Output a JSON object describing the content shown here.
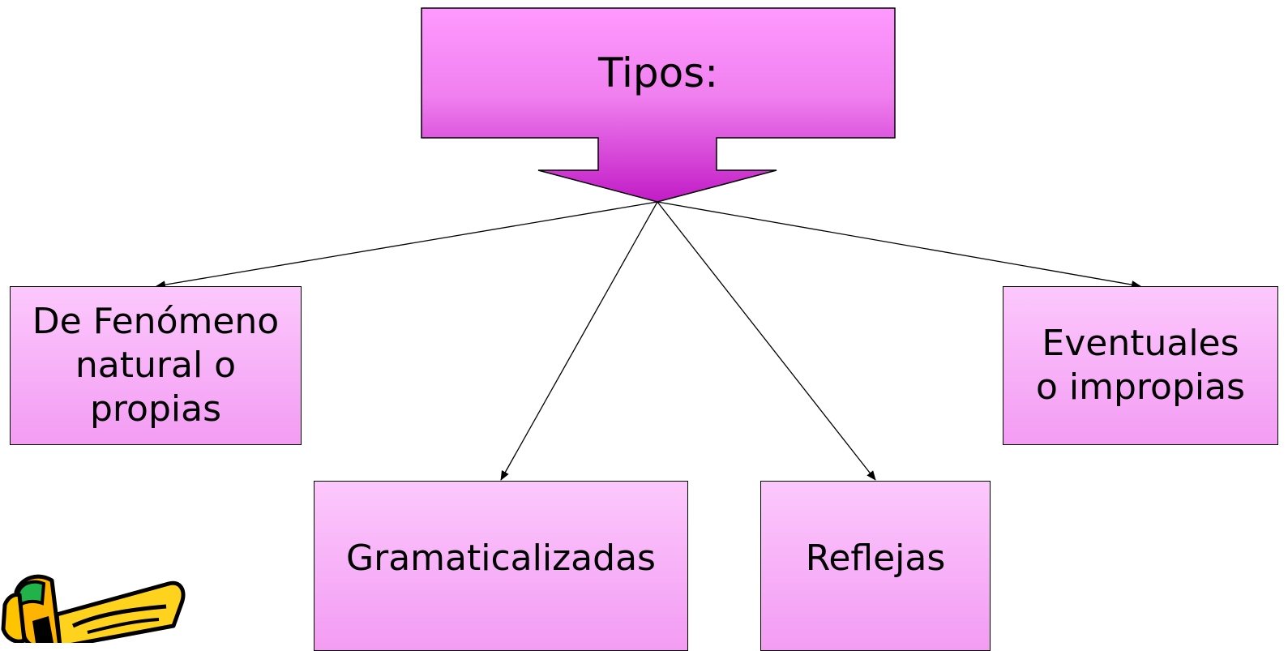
{
  "root": {
    "label": "Tipos:"
  },
  "nodes": {
    "left": {
      "label": "De Fenómeno\nnatural o\npropias"
    },
    "gram": {
      "label": "Gramaticalizadas"
    },
    "refl": {
      "label": "Reflejas"
    },
    "right": {
      "label": "Eventuales\no impropias"
    }
  },
  "colors": {
    "root_top": "#ff99ff",
    "root_bottom": "#cc22cc",
    "box_top": "#fcc8fc",
    "box_bottom": "#f39cf3",
    "stroke": "#000000"
  },
  "icons": {
    "clipart": "pencil-clipart-icon"
  }
}
